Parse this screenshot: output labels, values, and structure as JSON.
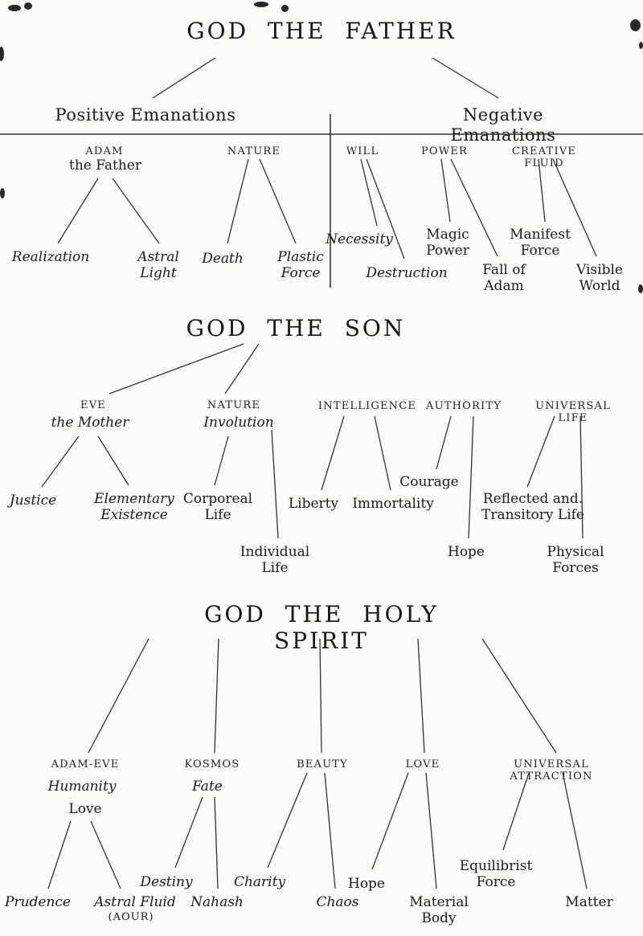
{
  "father": {
    "title": "GOD THE FATHER",
    "positive_header": "Positive Emanations",
    "negative_header": "Negative Emanations",
    "adam": "ADAM",
    "adam_sub": "the Father",
    "nature": "NATURE",
    "will": "WILL",
    "power": "POWER",
    "creative_fluid": "CREATIVE FLUID",
    "realization": "Realization",
    "astral_light": "Astral\nLight",
    "death": "Death",
    "plastic_force": "Plastic\nForce",
    "necessity": "Necessity",
    "destruction": "Destruction",
    "magic_power": "Magic\nPower",
    "fall_of_adam": "Fall of\nAdam",
    "manifest_force": "Manifest\nForce",
    "visible_world": "Visible\nWorld"
  },
  "son": {
    "title": "GOD THE SON",
    "eve": "EVE",
    "eve_sub": "the Mother",
    "nature": "NATURE",
    "nature_sub": "Involution",
    "intelligence": "INTELLIGENCE",
    "authority": "AUTHORITY",
    "universal_life": "UNIVERSAL LIFE",
    "justice": "Justice",
    "elementary_existence": "Elementary\nExistence",
    "corporeal_life": "Corporeal\nLife",
    "individual_life": "Individual\nLife",
    "liberty": "Liberty",
    "immortality": "Immortality",
    "courage": "Courage",
    "hope": "Hope",
    "reflected_transitory": "Reflected and.\nTransitory Life",
    "physical_forces": "Physical\nForces"
  },
  "holy_spirit": {
    "title": "GOD THE HOLY SPIRIT",
    "adam_eve": "ADAM-EVE",
    "humanity": "Humanity",
    "love_sub": "Love",
    "kosmos": "KOSMOS",
    "fate": "Fate",
    "beauty": "BEAUTY",
    "love": "LOVE",
    "universal_attraction": "UNIVERSAL ATTRACTION",
    "prudence": "Prudence",
    "astral_fluid": "Astral Fluid",
    "aour": "(AOUR)",
    "destiny": "Destiny",
    "nahash": "Nahash",
    "charity": "Charity",
    "chaos": "Chaos",
    "hope": "Hope",
    "material_body": "Material\nBody",
    "equilibrist_force": "Equilibrist\nForce",
    "matter": "Matter"
  }
}
